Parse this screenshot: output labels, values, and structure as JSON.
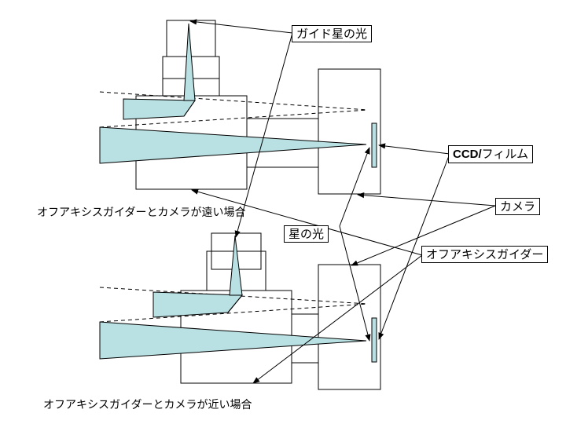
{
  "labels": {
    "guide_star_light": "ガイド星の光",
    "ccd_prefix": "CCD/",
    "ccd_suffix": "フィルム",
    "camera": "カメラ",
    "star_light": "星の光",
    "off_axis_guider": "オフアキシスガイダー"
  },
  "captions": {
    "top": "オフアキシスガイダーとカメラが遠い場合",
    "bottom": "オフアキシスガイダーとカメラが近い場合"
  },
  "colors": {
    "beam_fill": "#b9e0e2",
    "outline": "#000000"
  }
}
